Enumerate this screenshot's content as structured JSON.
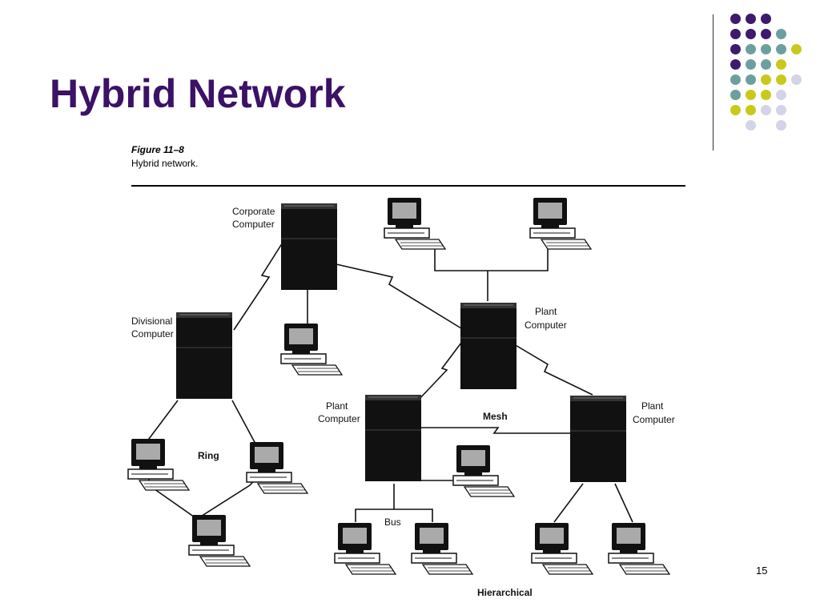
{
  "slide": {
    "title": "Hybrid Network",
    "page_number": "15"
  },
  "figure": {
    "number": "Figure 11–8",
    "caption": "Hybrid network."
  },
  "labels": {
    "corporate_line1": "Corporate",
    "corporate_line2": "Computer",
    "divisional_line1": "Divisional",
    "divisional_line2": "Computer",
    "plant_top_line1": "Plant",
    "plant_top_line2": "Computer",
    "plant_left_line1": "Plant",
    "plant_left_line2": "Computer",
    "plant_right_line1": "Plant",
    "plant_right_line2": "Computer",
    "ring": "Ring",
    "mesh": "Mesh",
    "bus": "Bus",
    "hierarchical": "Hierarchical"
  },
  "colors": {
    "title": "#3b1266",
    "dot_purple": "#3d1a6e",
    "dot_teal": "#6e9fa0",
    "dot_yellow": "#c9c91c",
    "dot_lavender": "#d4d3e8"
  }
}
